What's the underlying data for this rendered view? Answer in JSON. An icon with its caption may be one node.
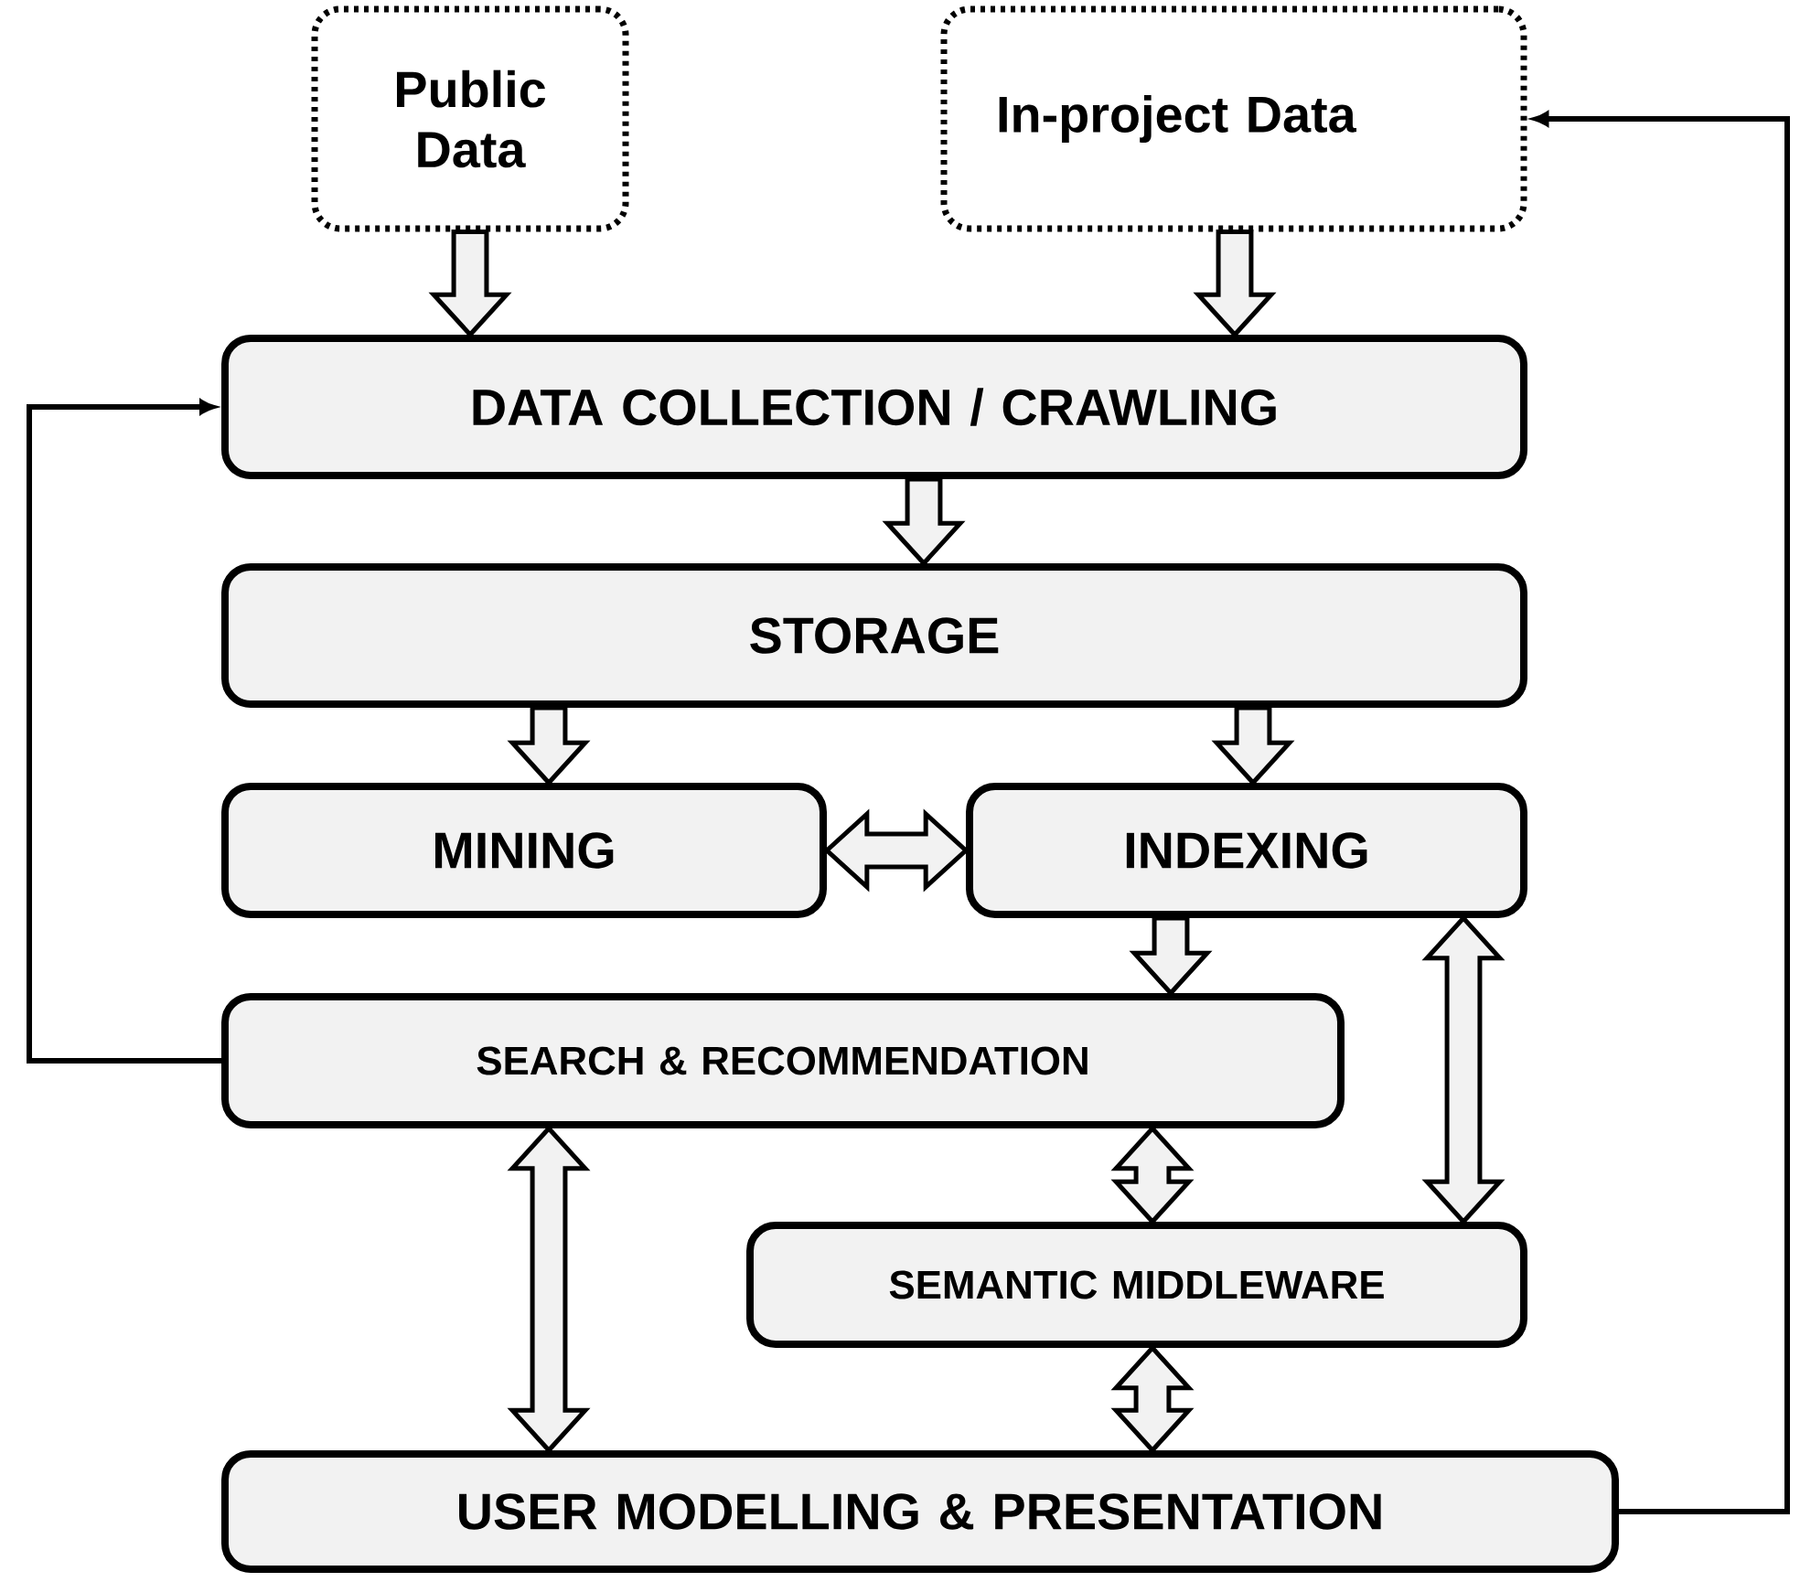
{
  "diagram": {
    "nodes": [
      {
        "text": [
          "Public Data"
        ]
      },
      {
        "text": [
          "In-project Data"
        ]
      },
      {
        "text": [
          "DATA COLLECTION / CRAWLING"
        ]
      },
      {
        "text": [
          "STORAGE"
        ]
      },
      {
        "text": [
          "MINING"
        ]
      },
      {
        "text": [
          "INDEXING"
        ]
      },
      {
        "text": [
          "SEARCH & RECOMMENDATION"
        ]
      },
      {
        "text": [
          "SEMANTIC MIDDLEWARE"
        ]
      },
      {
        "text": [
          "USER MODELLING & PRESENTATION"
        ]
      }
    ],
    "edges": [
      {
        "from": 0,
        "to": 2,
        "arrow": "to",
        "style": "thick"
      },
      {
        "from": 1,
        "to": 2,
        "arrow": "to",
        "style": "thick"
      },
      {
        "from": 2,
        "to": 3,
        "arrow": "to",
        "style": "thick"
      },
      {
        "from": 3,
        "to": 4,
        "arrow": "to",
        "style": "thick"
      },
      {
        "from": 3,
        "to": 5,
        "arrow": "to",
        "style": "thick"
      },
      {
        "from": 4,
        "to": 5,
        "arrow": "both",
        "style": "thick"
      },
      {
        "from": 5,
        "to": 6,
        "arrow": "to",
        "style": "thick"
      },
      {
        "from": 6,
        "to": 7,
        "arrow": "both",
        "style": "thick"
      },
      {
        "from": 5,
        "to": 7,
        "arrow": "both",
        "style": "thick"
      },
      {
        "from": 6,
        "to": 8,
        "arrow": "both",
        "style": "thick"
      },
      {
        "from": 7,
        "to": 8,
        "arrow": "both",
        "style": "thick"
      },
      {
        "from": 6,
        "to": 2,
        "arrow": "to"
      },
      {
        "from": 8,
        "to": 1,
        "arrow": "to"
      }
    ]
  }
}
